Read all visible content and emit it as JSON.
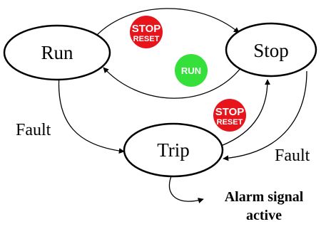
{
  "states": {
    "run": {
      "label": "Run"
    },
    "stop": {
      "label": "Stop"
    },
    "trip": {
      "label": "Trip"
    }
  },
  "transitions": {
    "run_to_stop": {
      "button": {
        "top": "STOP",
        "bottom": "RESET",
        "color": "#e8141b"
      }
    },
    "stop_to_run": {
      "button": {
        "text": "RUN",
        "color": "#35e03a"
      }
    },
    "run_to_trip": {
      "label": "Fault"
    },
    "stop_to_trip": {
      "label": "Fault"
    },
    "trip_to_stop": {
      "button": {
        "top": "STOP",
        "bottom": "RESET",
        "color": "#e8141b"
      }
    }
  },
  "output": {
    "line1": "Alarm signal",
    "line2": "active"
  }
}
